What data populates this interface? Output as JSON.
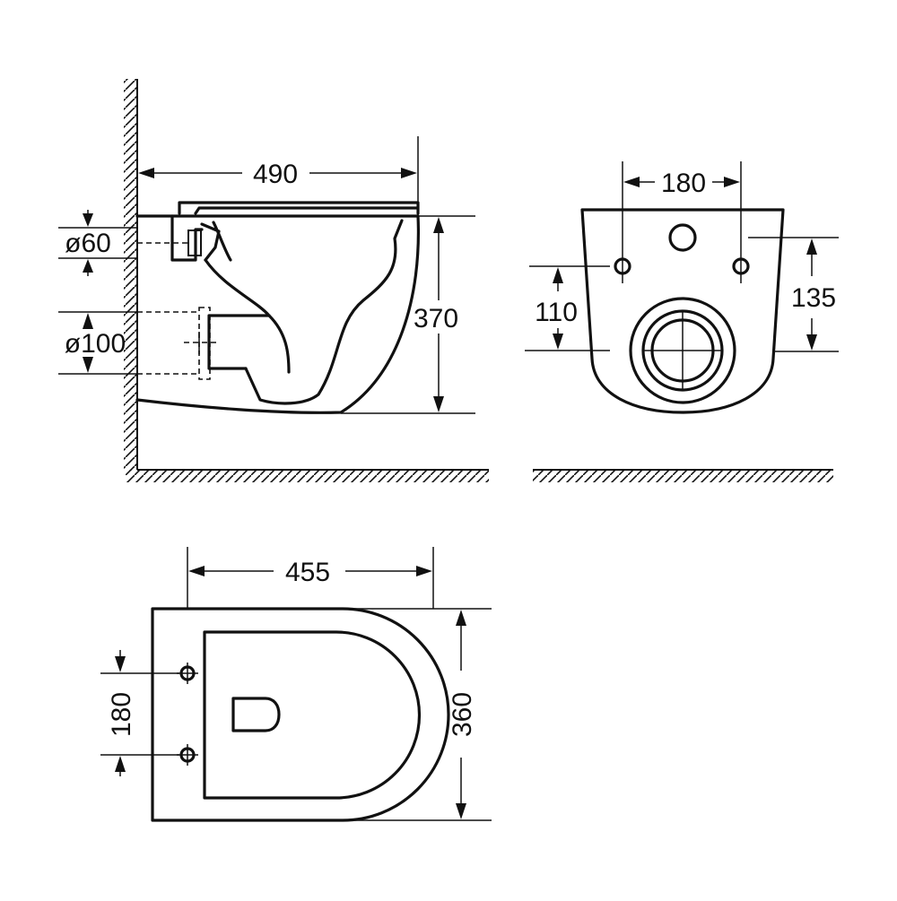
{
  "side_view": {
    "width_label": "490",
    "height_label": "370",
    "inlet_label": "ø60",
    "outlet_label": "ø100"
  },
  "back_view": {
    "bolt_spacing_label": "180",
    "left_height_label": "110",
    "right_height_label": "135"
  },
  "top_view": {
    "length_label": "455",
    "width_label": "360",
    "bolt_spacing_label": "180"
  },
  "colors": {
    "line": "#111111",
    "background": "#ffffff"
  }
}
